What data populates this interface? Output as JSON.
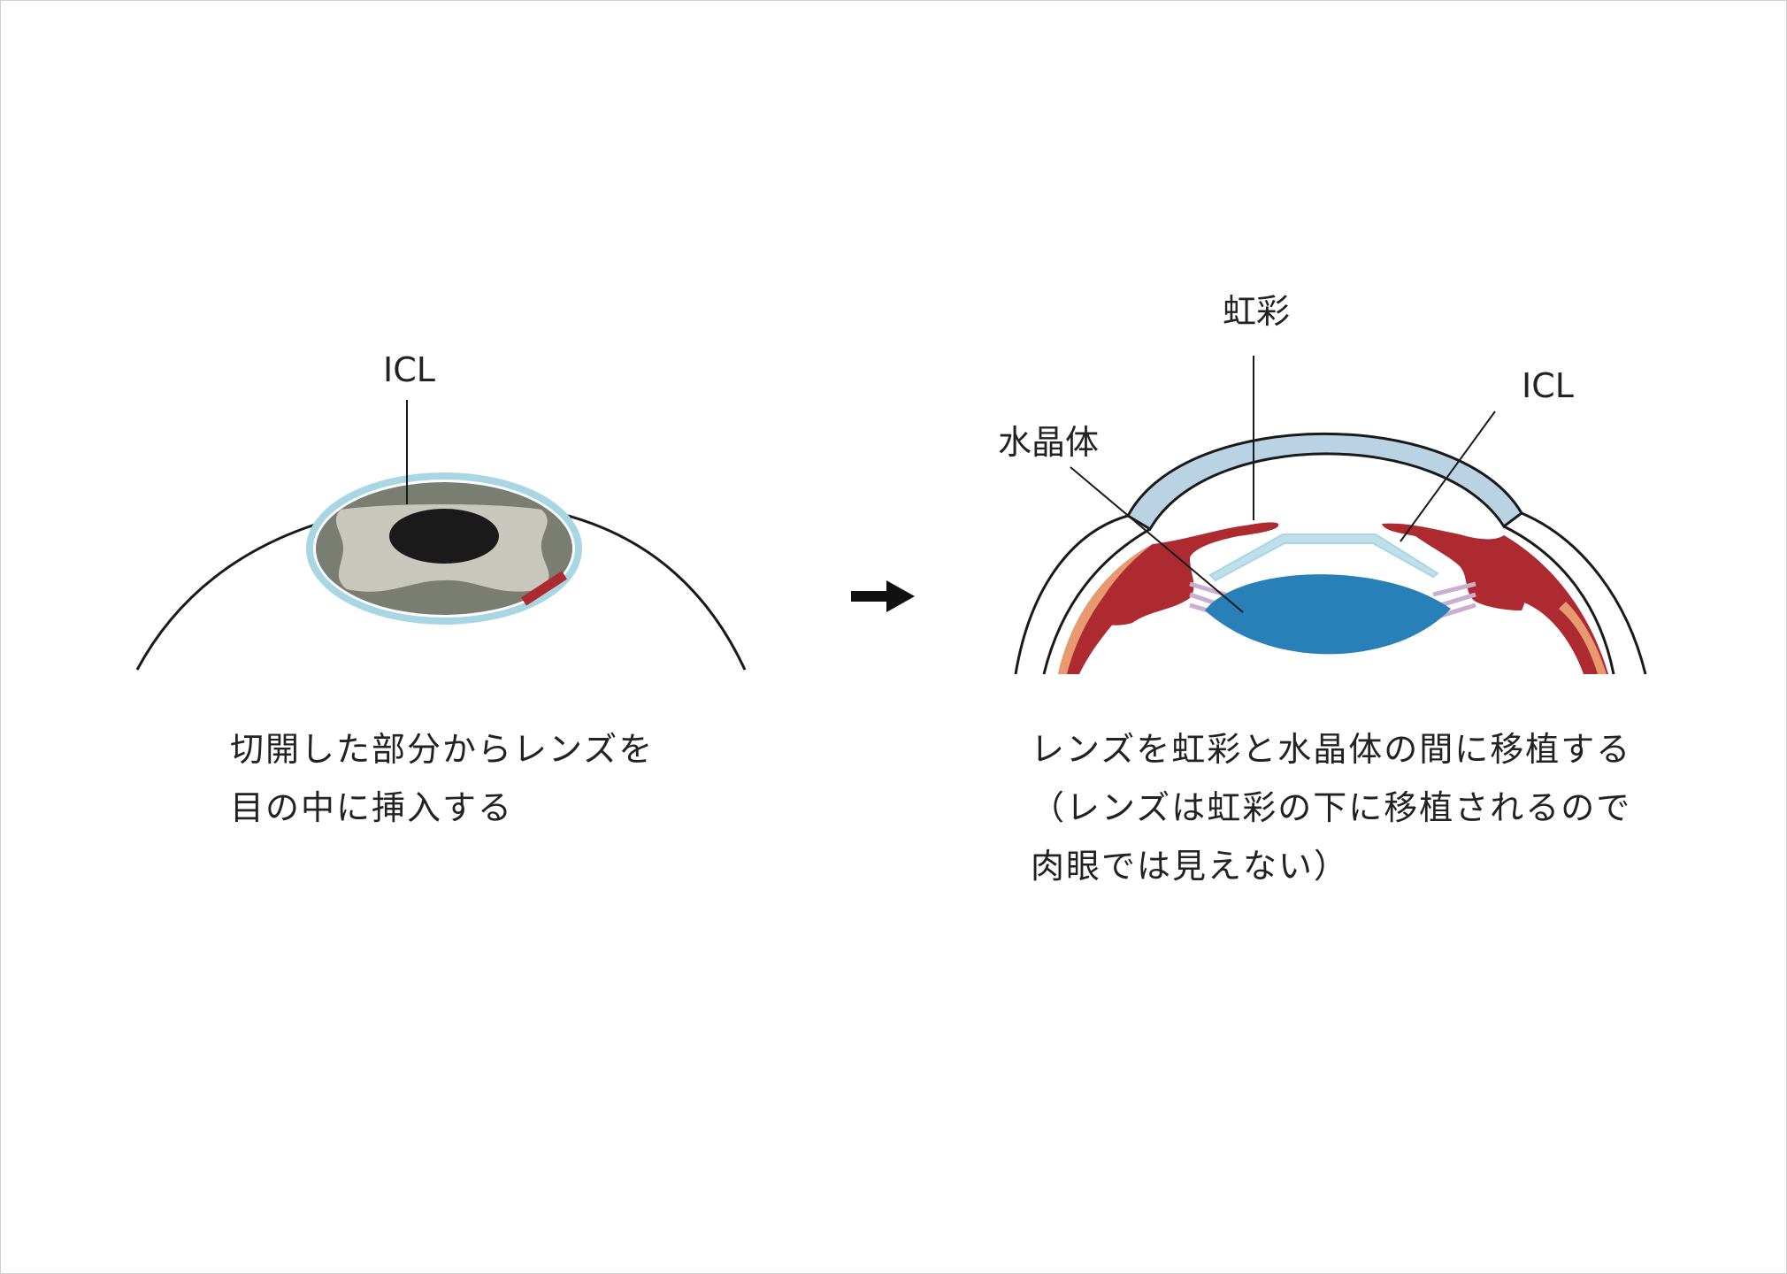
{
  "left_panel": {
    "labels": {
      "icl": "ICL"
    },
    "caption": [
      "切開した部分からレンズを",
      "目の中に挿入する"
    ]
  },
  "right_panel": {
    "labels": {
      "iris": "虹彩",
      "lens": "水晶体",
      "icl": "ICL"
    },
    "caption": [
      "レンズを虹彩と水晶体の間に移植する",
      "（レンズは虹彩の下に移植されるので",
      "肉眼では見えない）"
    ]
  },
  "colors": {
    "outline": "#1a1a1a",
    "cornea": "#b9d3e4",
    "icl_halo": "#a9d6e3",
    "icl_lens": "#c8c6bd",
    "pupil": "#1a1a1a",
    "eye_surface": "#7a7d72",
    "iris_red": "#ad2a31",
    "crystalline_lens": "#2980b9",
    "zonule": "#c9aecf",
    "sclera_orange": "#e89970"
  },
  "icons": {
    "arrow": "right-arrow-icon"
  }
}
